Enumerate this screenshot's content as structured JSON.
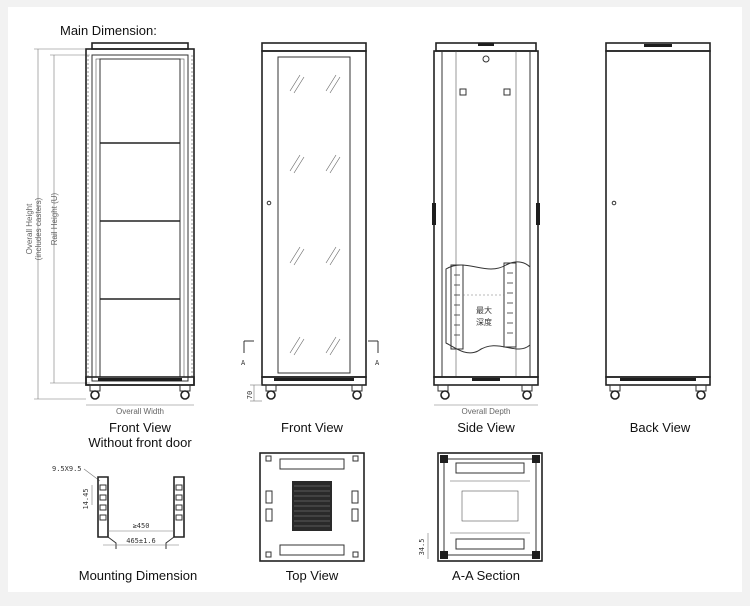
{
  "title": "Main Dimension:",
  "views": {
    "front_no_door": {
      "line1": "Front View",
      "line2": "Without front door"
    },
    "front": "Front View",
    "side": "Side View",
    "back": "Back View",
    "mounting": "Mounting Dimension",
    "top": "Top View",
    "section": "A-A Section"
  },
  "dimensions": {
    "overall_height": "Overall Height",
    "includes_casters": "(includes casters)",
    "rail_height": "Rail Height (U)",
    "overall_width": "Overall Width",
    "overall_depth": "Overall Depth",
    "base_70": "70",
    "section_a_left": "A",
    "section_a_right": "A",
    "max_depth_1": "最大",
    "max_depth_2": "深度",
    "hole": "9.5X9.5",
    "pitch": "14.45",
    "rail_inner": "≥450",
    "rail_outer": "465±1.6",
    "section_side": "34.5"
  }
}
